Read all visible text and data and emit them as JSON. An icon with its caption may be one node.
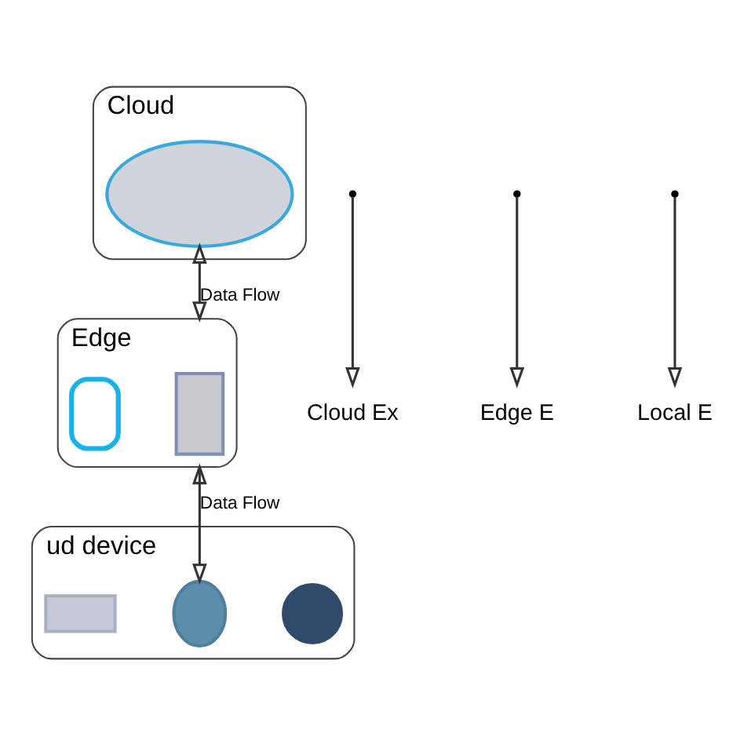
{
  "diagram": {
    "nodes": [
      {
        "text": [
          "Cloud"
        ]
      },
      {
        "text": [],
        "shape": "cloud",
        "in": 0
      },
      {
        "text": [
          "Edge"
        ]
      },
      {
        "text": [],
        "shape": "box",
        "in": 2
      },
      {
        "text": [],
        "shape": "phone",
        "in": 2
      },
      {
        "text": [
          "ud device"
        ]
      },
      {
        "text": [],
        "shape": "watch",
        "in": 5
      },
      {
        "text": [],
        "shape": "bulb",
        "in": 5
      },
      {
        "text": [],
        "shape": "camera",
        "in": 5
      },
      {
        "text": [
          "Cloud Ex"
        ]
      },
      {
        "text": [
          "Edge E"
        ]
      },
      {
        "text": [
          "Local E"
        ]
      }
    ],
    "edges": [
      {
        "from": 1,
        "to": 2,
        "arrow": "both",
        "label": "Data Flow"
      },
      {
        "from": 2,
        "to": 7,
        "arrow": "both",
        "label": "Data Flow"
      },
      {
        "from": null,
        "to": 9,
        "arrow": "to"
      },
      {
        "from": null,
        "to": 10,
        "arrow": "to"
      },
      {
        "from": null,
        "to": 11,
        "arrow": "to"
      }
    ]
  }
}
